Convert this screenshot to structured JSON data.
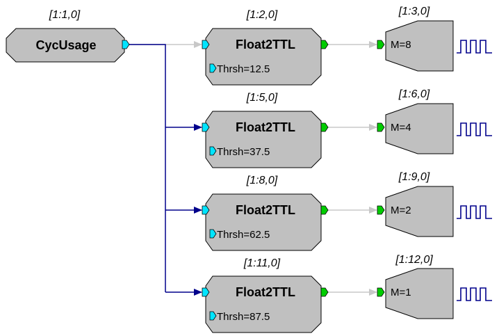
{
  "source": {
    "name": "CycUsage",
    "id_label": "[1:1,0]"
  },
  "chains": [
    {
      "float": {
        "name": "Float2TTL",
        "id_label": "[1:2,0]",
        "param": "Thrsh=12.5"
      },
      "out": {
        "id_label": "[1:3,0]",
        "param": "M=8",
        "icon": "pulse-train-icon"
      }
    },
    {
      "float": {
        "name": "Float2TTL",
        "id_label": "[1:5,0]",
        "param": "Thrsh=37.5"
      },
      "out": {
        "id_label": "[1:6,0]",
        "param": "M=4",
        "icon": "pulse-train-icon"
      }
    },
    {
      "float": {
        "name": "Float2TTL",
        "id_label": "[1:8,0]",
        "param": "Thrsh=62.5"
      },
      "out": {
        "id_label": "[1:9,0]",
        "param": "M=2",
        "icon": "pulse-train-icon"
      }
    },
    {
      "float": {
        "name": "Float2TTL",
        "id_label": "[1:11,0]",
        "param": "Thrsh=87.5"
      },
      "out": {
        "id_label": "[1:12,0]",
        "param": "M=1",
        "icon": "pulse-train-icon"
      }
    }
  ],
  "colors": {
    "block_fill": "#c0c0c0",
    "float_port": "#00e5ff",
    "bool_port": "#00cc00",
    "wire_active": "#00008b",
    "wire_inactive": "#c8c8c8"
  }
}
